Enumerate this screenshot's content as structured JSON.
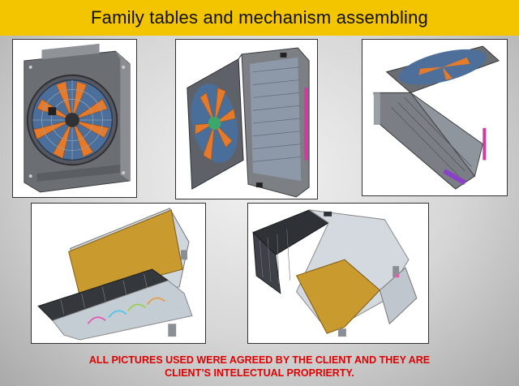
{
  "header": {
    "title": "Family tables and mechanism assembling",
    "background_color": "#f3c400"
  },
  "images": [
    {
      "subject": "radiator-fan-front-view"
    },
    {
      "subject": "radiator-fan-opened-hinged"
    },
    {
      "subject": "radiator-fan-folded-side-view"
    },
    {
      "subject": "mechanism-assembly-angled-view-1"
    },
    {
      "subject": "mechanism-assembly-angled-view-2"
    }
  ],
  "footer": {
    "line1": "ALL PICTURES USED WERE AGREED BY THE CLIENT AND THEY ARE",
    "line2": "CLIENT’S INTELECTUAL PROPRIERTY.",
    "color": "#e00000"
  }
}
